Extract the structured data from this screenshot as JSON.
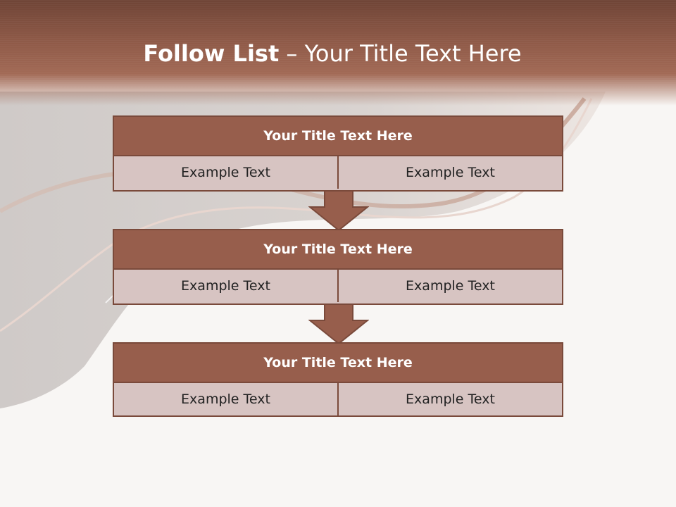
{
  "slide": {
    "title_bold": "Follow List",
    "title_separator": "–",
    "title_rest": "Your Title Text Here",
    "colors": {
      "header": "#975e4c",
      "cell": "#d7c4c2",
      "border": "#7a4a3b",
      "header_band": "#8f5a48"
    }
  },
  "blocks": [
    {
      "title": "Your Title Text Here",
      "left": "Example Text",
      "right": "Example Text"
    },
    {
      "title": "Your Title Text Here",
      "left": "Example Text",
      "right": "Example Text"
    },
    {
      "title": "Your Title Text Here",
      "left": "Example Text",
      "right": "Example Text"
    }
  ],
  "icons": {
    "arrows": [
      "down-arrow-icon",
      "down-arrow-icon"
    ]
  }
}
